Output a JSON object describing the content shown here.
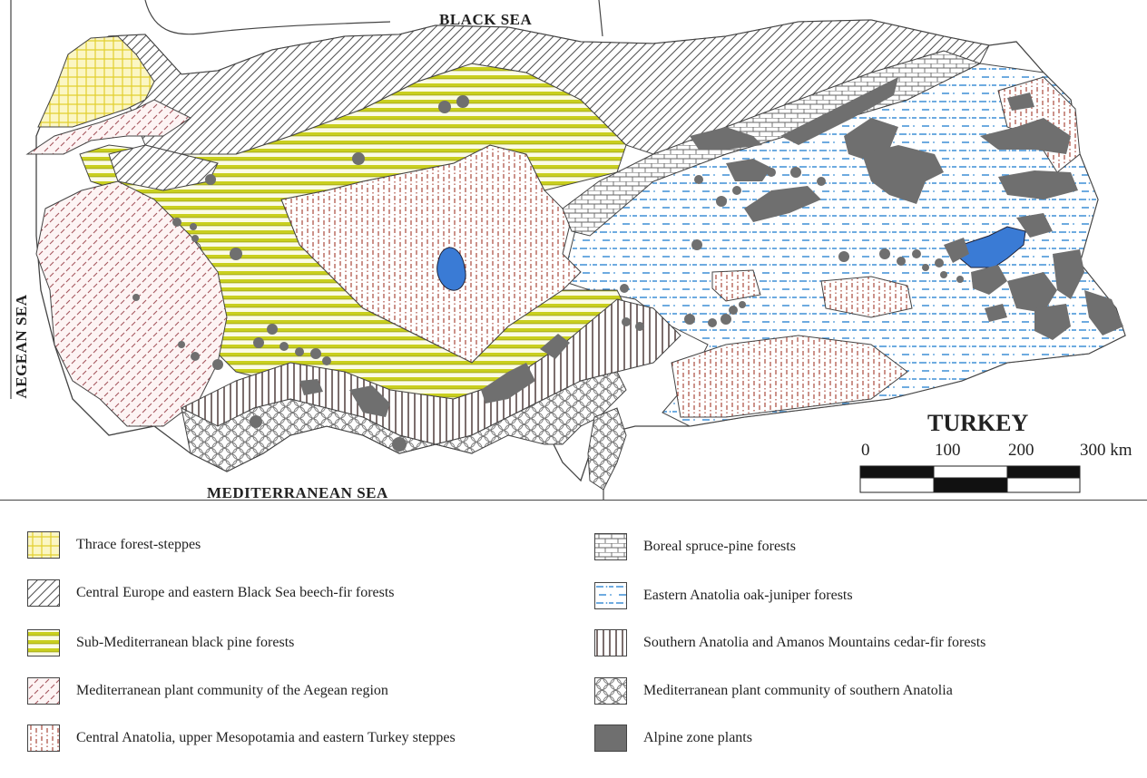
{
  "map": {
    "seas": {
      "black_sea": "BLACK SEA",
      "mediterranean_sea": "MEDITERRANEAN SEA",
      "aegean_sea": "AEGEAN SEA"
    },
    "country": "TURKEY",
    "scale": {
      "ticks": [
        "0",
        "100",
        "200",
        "300 km"
      ]
    }
  },
  "colors": {
    "thrace": "#f4e64a",
    "black_pine": "#c9cf1f",
    "mediterranean_aegean": "#a5585f",
    "steppe": "#a33a2a",
    "oak_juniper": "#3d8fd6",
    "alpine": "#6f6f6f",
    "lake": "#3a7bd5",
    "outline": "#444444"
  },
  "legend": {
    "items": [
      {
        "label": "Thrace forest-steppes",
        "icon": "grid-pattern-icon"
      },
      {
        "label": "Central Europe and eastern Black Sea beech-fir forests",
        "icon": "diagonal-hatch-icon"
      },
      {
        "label": "Sub-Mediterranean black pine forests",
        "icon": "horizontal-stripes-icon"
      },
      {
        "label": "Mediterranean plant community of the Aegean region",
        "icon": "dashed-diagonal-icon"
      },
      {
        "label": "Central Anatolia, upper Mesopotamia and eastern Turkey steppes",
        "icon": "dotted-vertical-icon"
      },
      {
        "label": "Boreal spruce-pine forests",
        "icon": "brick-pattern-icon"
      },
      {
        "label": "Eastern Anatolia oak-juniper forests",
        "icon": "dashed-horizontal-icon"
      },
      {
        "label": "Southern Anatolia and Amanos Mountains cedar-fir forests",
        "icon": "vertical-lines-icon"
      },
      {
        "label": "Mediterranean plant community of southern Anatolia",
        "icon": "hexagon-pattern-icon"
      },
      {
        "label": "Alpine zone plants",
        "icon": "solid-gray-icon"
      }
    ]
  }
}
